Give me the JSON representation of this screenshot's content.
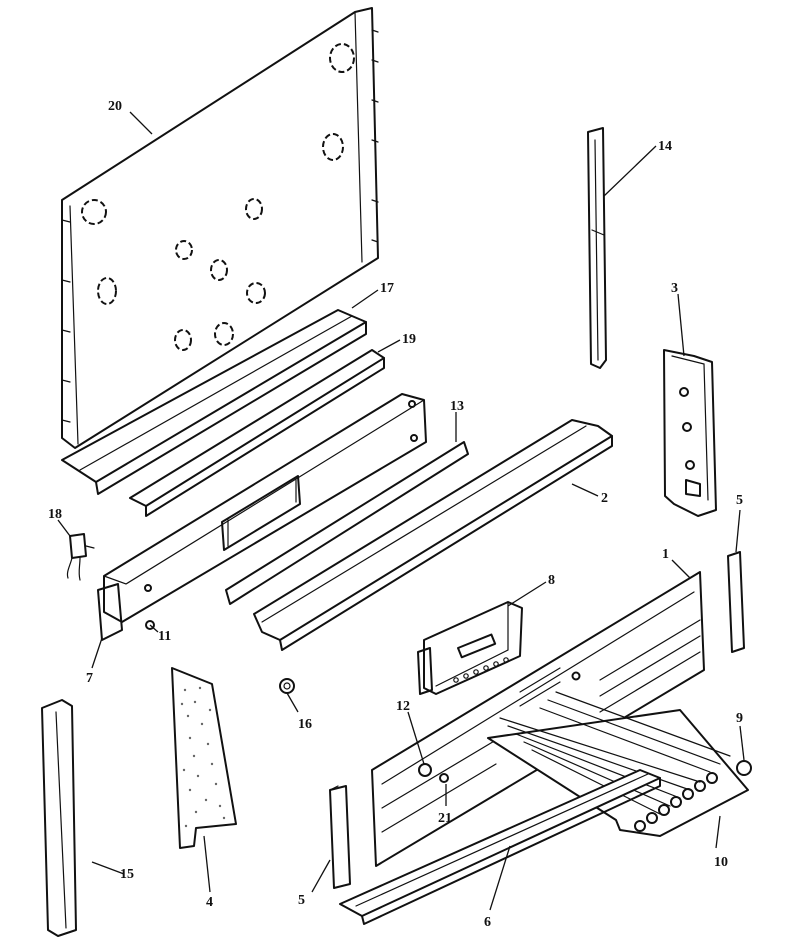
{
  "diagram": {
    "type": "exploded parts diagram",
    "callouts": [
      {
        "id": "20",
        "text": "20"
      },
      {
        "id": "14",
        "text": "14"
      },
      {
        "id": "17",
        "text": "17"
      },
      {
        "id": "19",
        "text": "19"
      },
      {
        "id": "3",
        "text": "3"
      },
      {
        "id": "13",
        "text": "13"
      },
      {
        "id": "2",
        "text": "2"
      },
      {
        "id": "18",
        "text": "18"
      },
      {
        "id": "5a",
        "text": "5"
      },
      {
        "id": "1",
        "text": "1"
      },
      {
        "id": "8",
        "text": "8"
      },
      {
        "id": "11",
        "text": "11"
      },
      {
        "id": "7",
        "text": "7"
      },
      {
        "id": "16",
        "text": "16"
      },
      {
        "id": "12",
        "text": "12"
      },
      {
        "id": "9",
        "text": "9"
      },
      {
        "id": "21",
        "text": "21"
      },
      {
        "id": "10",
        "text": "10"
      },
      {
        "id": "15",
        "text": "15"
      },
      {
        "id": "4",
        "text": "4"
      },
      {
        "id": "5b",
        "text": "5"
      },
      {
        "id": "6",
        "text": "6"
      }
    ]
  }
}
